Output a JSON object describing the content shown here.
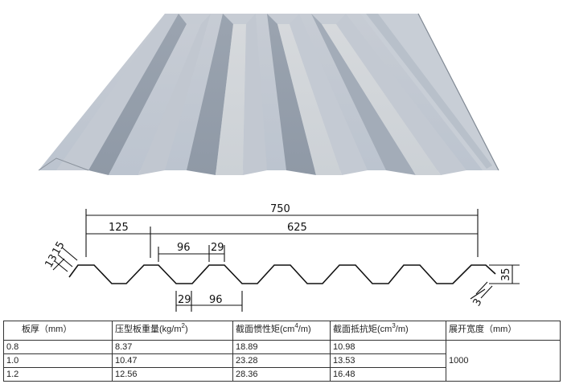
{
  "product": {
    "render": {
      "description": "3D render of galvanized trapezoidal corrugated steel roof panel",
      "colors": {
        "light": "#c9cfd8",
        "mid": "#b3bcc8",
        "dark": "#8e98a5",
        "highlight": "#d8dcdf"
      }
    },
    "drawing": {
      "dimensions": {
        "total_width": "750",
        "edge_offset": "125",
        "pitch_span": "625",
        "top_flange": "96",
        "top_rib": "29",
        "bottom_rib": "29",
        "bottom_flange": "96",
        "height": "35",
        "lip_a": "13",
        "lip_b": "15",
        "lip_c": "3"
      },
      "line_color": "#111111"
    },
    "table": {
      "headers": {
        "thickness": "板厚（mm）",
        "weight_prefix": "压型板重量(kg/m",
        "weight_sup": "2",
        "weight_suffix": ")",
        "inertia_prefix": "截面惯性矩(cm",
        "inertia_sup": "4",
        "inertia_suffix": "/m)",
        "modulus_prefix": "截面抵抗矩(cm",
        "modulus_sup": "3",
        "modulus_suffix": "/m)",
        "unfolded_width": "展开宽度（mm）"
      },
      "rows": [
        {
          "thickness": "0.8",
          "weight": "8.37",
          "inertia": "18.89",
          "modulus": "10.98"
        },
        {
          "thickness": "1.0",
          "weight": "10.47",
          "inertia": "23.28",
          "modulus": "13.53"
        },
        {
          "thickness": "1.2",
          "weight": "12.56",
          "inertia": "28.36",
          "modulus": "16.48"
        }
      ],
      "unfolded_width_value": "1000"
    }
  }
}
